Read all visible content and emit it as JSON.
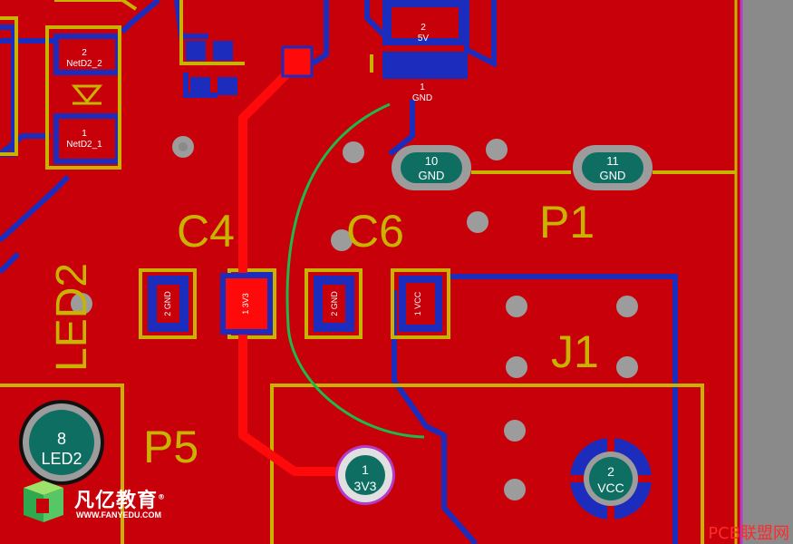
{
  "colors": {
    "board": "#c8000a",
    "silkscreen": "#c8b400",
    "bottom_layer": "#1c2dbd",
    "top_trace": "#ff0a0a",
    "keepout": "#8a8a8a",
    "edge": "#b43cc8",
    "ratsnest": "#1fb84a",
    "via": "#9c9c9c",
    "pad_teal": "#0f6e62"
  },
  "designators": {
    "c4": "C4",
    "c6": "C6",
    "p1": "P1",
    "led2": "LED2",
    "p5": "P5",
    "j1": "J1"
  },
  "pads": {
    "d2_top": {
      "num": "2",
      "net": "NetD2_2"
    },
    "d2_bottom": {
      "num": "1",
      "net": "NetD2_1"
    },
    "top_5v": {
      "num": "2",
      "net": "5V"
    },
    "top_gnd": {
      "num": "1",
      "net": "GND"
    },
    "p1_10": {
      "num": "10",
      "net": "GND"
    },
    "p1_11": {
      "num": "11",
      "net": "GND"
    },
    "c4_gnd": {
      "num": "2",
      "net": "GND"
    },
    "c4_3v3": {
      "num": "1",
      "net": "3V3"
    },
    "c6_gnd": {
      "num": "2",
      "net": "GND"
    },
    "c6_vcc": {
      "num": "1",
      "net": "VCC"
    },
    "led2_8": {
      "num": "8",
      "net": "LED2"
    },
    "p5_1": {
      "num": "1",
      "net": "3V3"
    },
    "j1_2": {
      "num": "2",
      "net": "VCC"
    }
  },
  "brand": {
    "name": "凡亿教育",
    "reg": "®",
    "url": "WWW.FANYEDU.COM"
  },
  "watermark": "PCB联盟网"
}
